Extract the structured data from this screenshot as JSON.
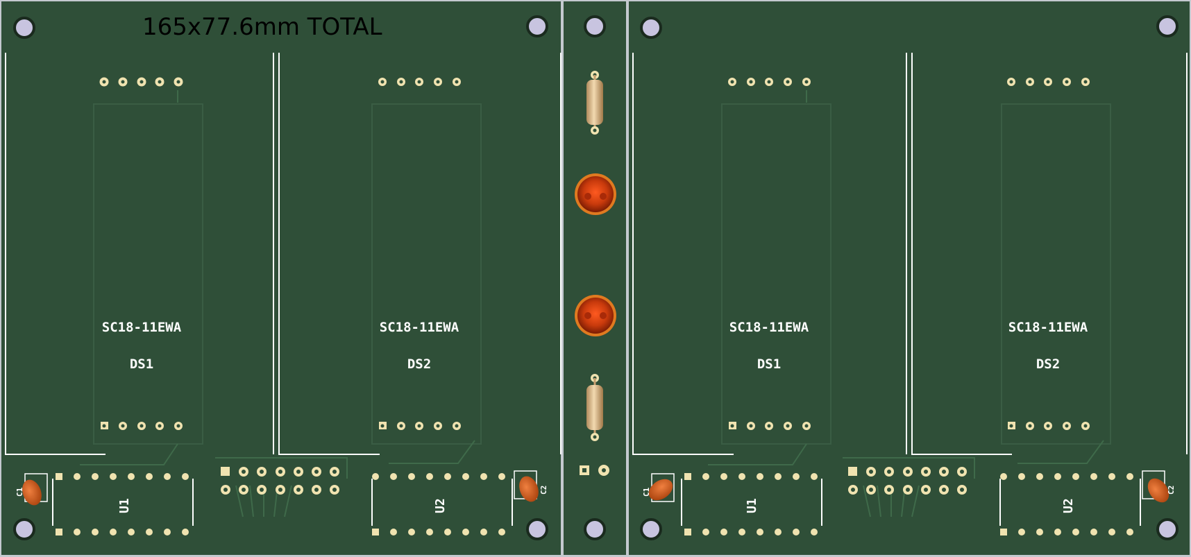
{
  "title_text": "165x77.6mm TOTAL",
  "colors": {
    "board": "#2f4f38",
    "silkscreen": "#ffffff",
    "pad": "#f0e3b0",
    "edge": "#c4c9cf",
    "led": "#d83a10",
    "capacitor": "#d8621c"
  },
  "left_panel": {
    "display_1": {
      "part": "SC18-11EWA",
      "ref": "DS1"
    },
    "display_2": {
      "part": "SC18-11EWA",
      "ref": "DS2"
    },
    "ic_1": "U1",
    "ic_2": "U2",
    "cap_1": "C1",
    "cap_2": "C2"
  },
  "right_panel": {
    "display_1": {
      "part": "SC18-11EWA",
      "ref": "DS1"
    },
    "display_2": {
      "part": "SC18-11EWA",
      "ref": "DS2"
    },
    "ic_1": "U1",
    "ic_2": "U2",
    "cap_1": "C1",
    "cap_2": "C2"
  },
  "center_strip": {
    "components": [
      "resistor",
      "led",
      "led",
      "resistor",
      "connector-2pin"
    ]
  }
}
